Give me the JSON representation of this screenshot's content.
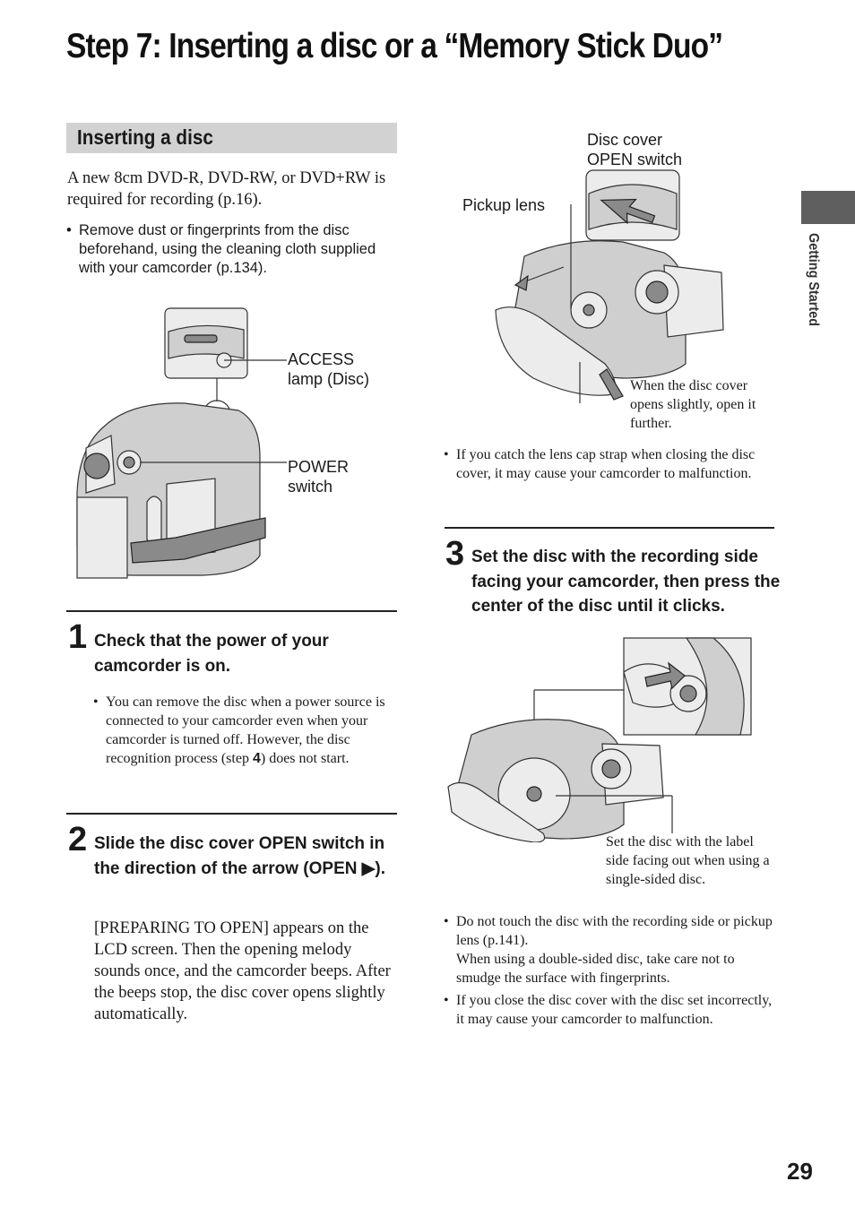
{
  "page": {
    "title": "Step 7: Inserting a disc or a “Memory Stick Duo”",
    "section_heading": "Inserting a disc",
    "side_tab_label": "Getting Started",
    "page_number": "29"
  },
  "intro": {
    "text": "A new 8cm DVD-R, DVD-RW, or DVD+RW is required for recording (p.16).",
    "bullet": "Remove dust or fingerprints from the disc beforehand, using the cleaning cloth supplied with your camcorder (p.134)."
  },
  "figure1": {
    "access_label_1": "ACCESS",
    "access_label_2": "lamp (Disc)",
    "power_label_1": "POWER",
    "power_label_2": "switch"
  },
  "step1": {
    "number": "1",
    "heading": "Check that the power of your camcorder is on.",
    "note_pre": "You can remove the disc when a power source is connected to your camcorder even when your camcorder is turned off. However, the disc recognition process (step ",
    "note_bold": "4",
    "note_post": ") does not start."
  },
  "step2": {
    "number": "2",
    "heading": "Slide the disc cover OPEN switch in the direction of the arrow (OPEN ▶).",
    "body": "[PREPARING TO OPEN] appears on the LCD screen. Then the opening melody sounds once, and the camcorder beeps. After the beeps stop, the disc cover opens slightly automatically."
  },
  "figure2": {
    "disc_cover_label_1": "Disc cover",
    "disc_cover_label_2": "OPEN switch",
    "pickup_label": "Pickup lens",
    "cover_note": "When the disc cover opens slightly, open it further."
  },
  "caution1": "If you catch the lens cap strap when closing the disc cover, it may cause your camcorder to malfunction.",
  "step3": {
    "number": "3",
    "heading": "Set the disc with the recording side facing your camcorder, then press the center of the disc until it clicks."
  },
  "figure3": {
    "label_note": "Set the disc with the label side facing out when using a single-sided disc."
  },
  "cautions2": [
    "Do not touch the disc with the recording side or pickup lens (p.141).",
    "When using a double-sided disc, take care not to smudge the surface with fingerprints.",
    "If you close the disc cover with the disc set incorrectly, it may cause your camcorder to malfunction."
  ]
}
